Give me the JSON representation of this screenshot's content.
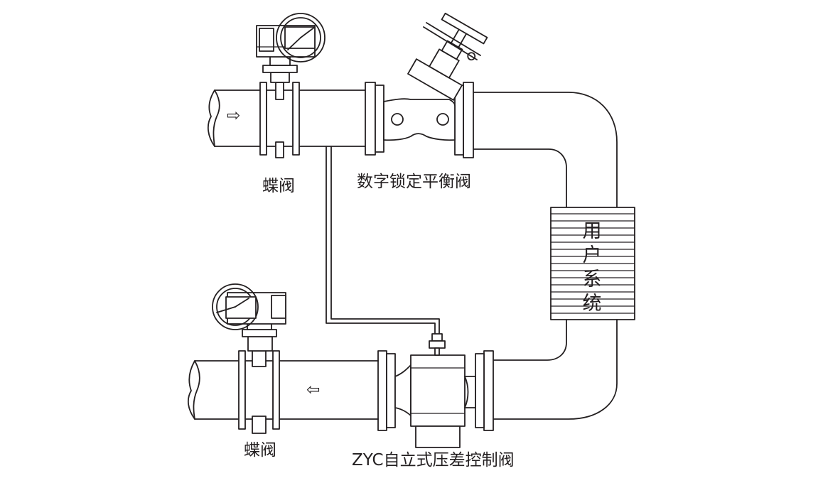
{
  "labels": {
    "butterfly_valve_top": "蝶阀",
    "balance_valve": "数字锁定平衡阀",
    "user_system": [
      "用",
      "户",
      "系",
      "统"
    ],
    "butterfly_valve_bottom": "蝶阀",
    "pressure_valve": "ZYC自立式压差控制阀"
  },
  "flow": {
    "supply_arrow": "⇨",
    "return_arrow": "⇦"
  },
  "colors": {
    "line": "#231f20",
    "background": "#ffffff"
  }
}
